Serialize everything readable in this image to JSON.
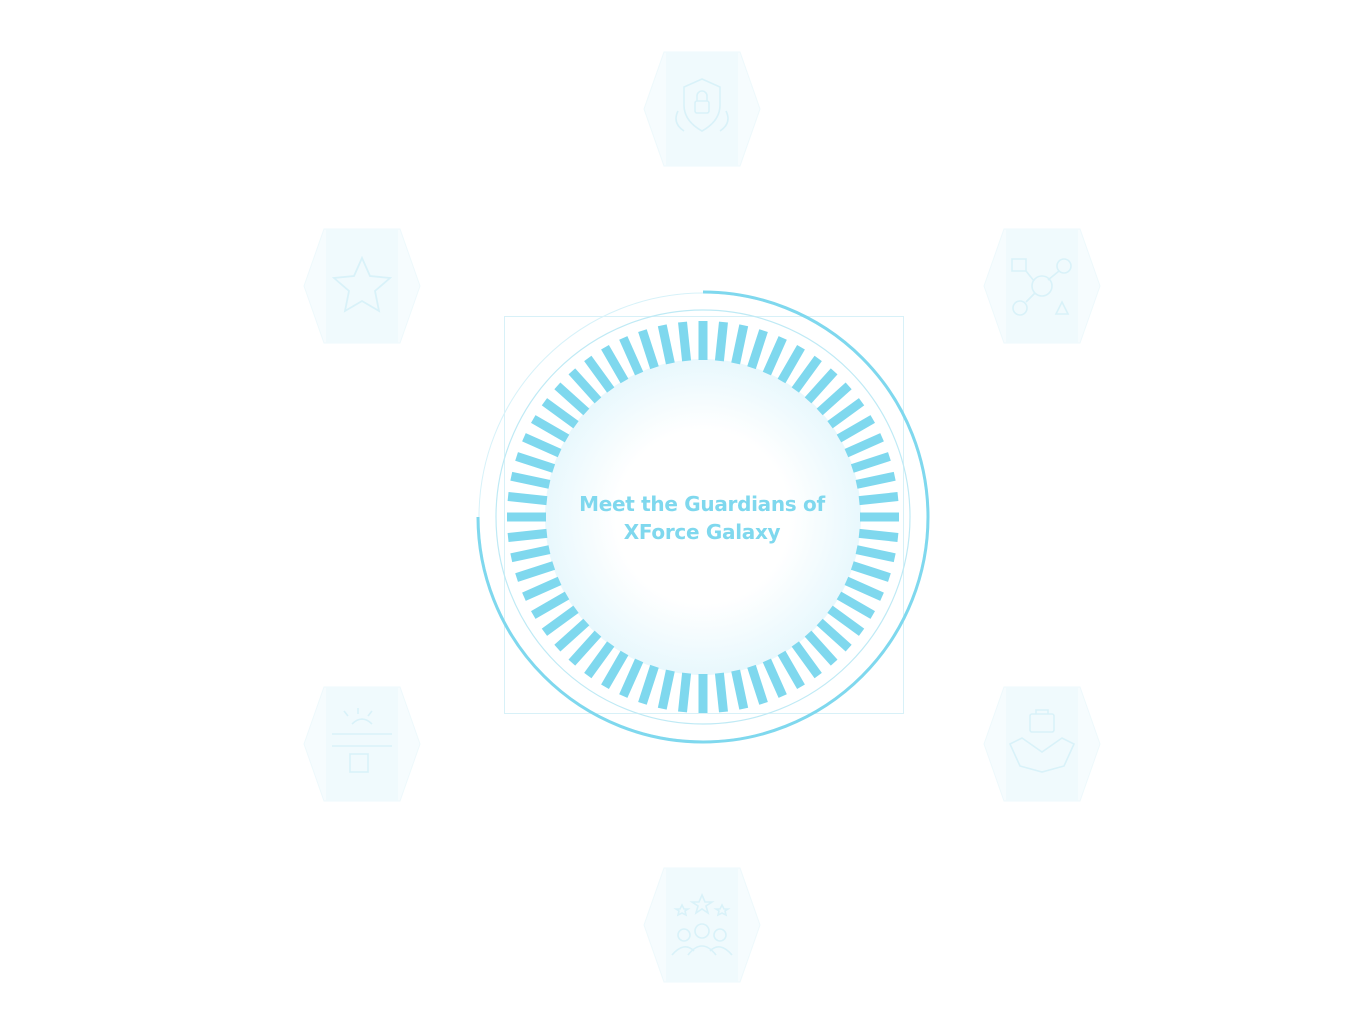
{
  "hub": {
    "title_line1": "Meet the Guardians of",
    "title_line2": "XForce Galaxy"
  },
  "colors": {
    "accent": "#7fd8ee",
    "tick": "#7fd8ee",
    "node_fill": "#f1fbfe",
    "node_stroke": "#e6f7fb",
    "icon_stroke": "#d9f2f9"
  },
  "nodes": [
    {
      "id": "top",
      "icon": "shield-lock-laurel-icon"
    },
    {
      "id": "upper-left",
      "icon": "star-icon"
    },
    {
      "id": "upper-right",
      "icon": "network-hub-icon"
    },
    {
      "id": "lower-left",
      "icon": "signpost-tree-icon"
    },
    {
      "id": "lower-right",
      "icon": "handshake-briefcase-icon"
    },
    {
      "id": "bottom",
      "icon": "team-stars-icon"
    }
  ]
}
